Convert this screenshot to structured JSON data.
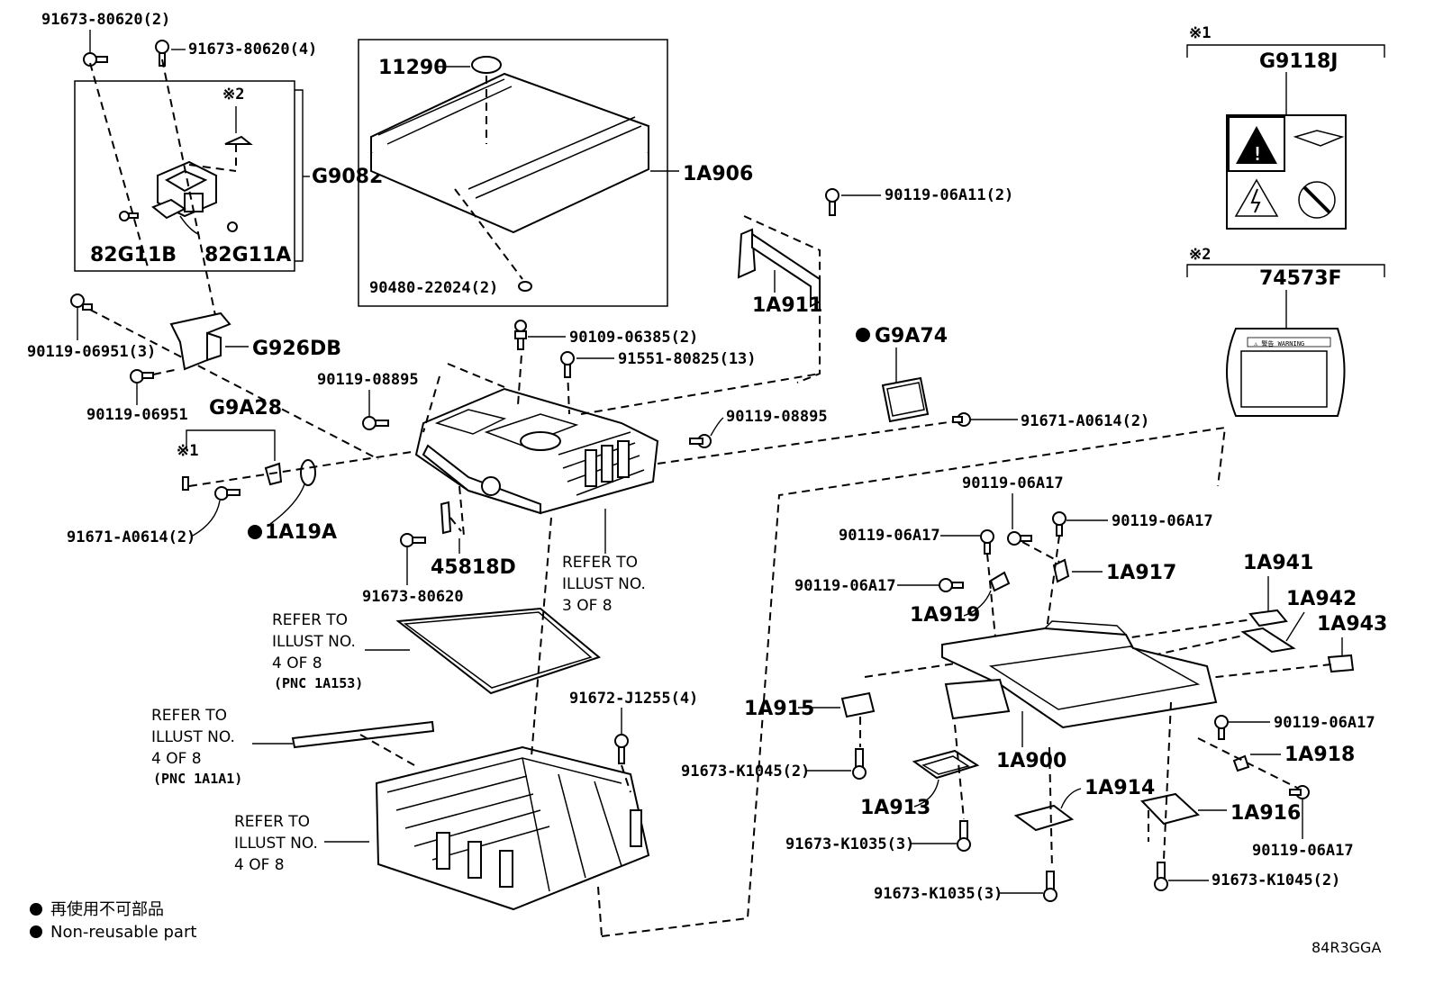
{
  "diagram": {
    "labels": {
      "p91673_80620_2": "91673-80620(2)",
      "p91673_80620_4": "91673-80620(4)",
      "note2_a": "※2",
      "g9082": "G9082",
      "p82g11b": "82G11B",
      "p82g11a": "82G11A",
      "p11290": "11290",
      "p1a906": "1A906",
      "p90480": "90480-22024(2)",
      "p90119_06a11": "90119-06A11(2)",
      "p1a911": "1A911",
      "note1_a": "※1",
      "g9118j": "G9118J",
      "note2_b": "※2",
      "p74573f": "74573F",
      "p90119_06951_3": "90119-06951(3)",
      "g926db": "G926DB",
      "p90119_06951": "90119-06951",
      "g9a28": "G9A28",
      "note1_b": "※1",
      "p90109": "90109-06385(2)",
      "p91551": "91551-80825(13)",
      "p90119_08895_a": "90119-08895",
      "p90119_08895_b": "90119-08895",
      "g9a74": "G9A74",
      "p91671_a0614_a": "91671-A0614(2)",
      "p91671_a0614_b": "91671-A0614(2)",
      "p1a19a": "1A19A",
      "p45818d": "45818D",
      "p91673_80620": "91673-80620",
      "p06a17_a": "90119-06A17",
      "p06a17_b": "90119-06A17",
      "p06a17_c": "90119-06A17",
      "p06a17_d": "90119-06A17",
      "p06a17_e": "90119-06A17",
      "p06a17_f": "90119-06A17",
      "p1a917": "1A917",
      "p1a919": "1A919",
      "p1a941": "1A941",
      "p1a942": "1A942",
      "p1a943": "1A943",
      "p1a915": "1A915",
      "p1a900": "1A900",
      "p1a918": "1A918",
      "p1a913": "1A913",
      "p1a914": "1A914",
      "p1a916": "1A916",
      "p91672": "91672-J1255(4)",
      "pk1045_a": "91673-K1045(2)",
      "pk1045_b": "91673-K1045(2)",
      "pk1035_a": "91673-K1035(3)",
      "pk1035_b": "91673-K1035(3)",
      "diagram_id": "84R3GGA",
      "warning_label_text": "⚠ 警告 WARNING"
    },
    "refs": {
      "ref3": [
        "REFER TO",
        "ILLUST NO.",
        "3 OF 8"
      ],
      "ref4a": [
        "REFER TO",
        "ILLUST NO.",
        "4 OF 8",
        "(PNC 1A153)"
      ],
      "ref4b": [
        "REFER TO",
        "ILLUST NO.",
        "4 OF 8",
        "(PNC 1A1A1)"
      ],
      "ref4c": [
        "REFER TO",
        "ILLUST NO.",
        "4 OF 8"
      ]
    },
    "legend": {
      "jp": "再使用不可部品",
      "en": "Non-reusable part"
    }
  }
}
